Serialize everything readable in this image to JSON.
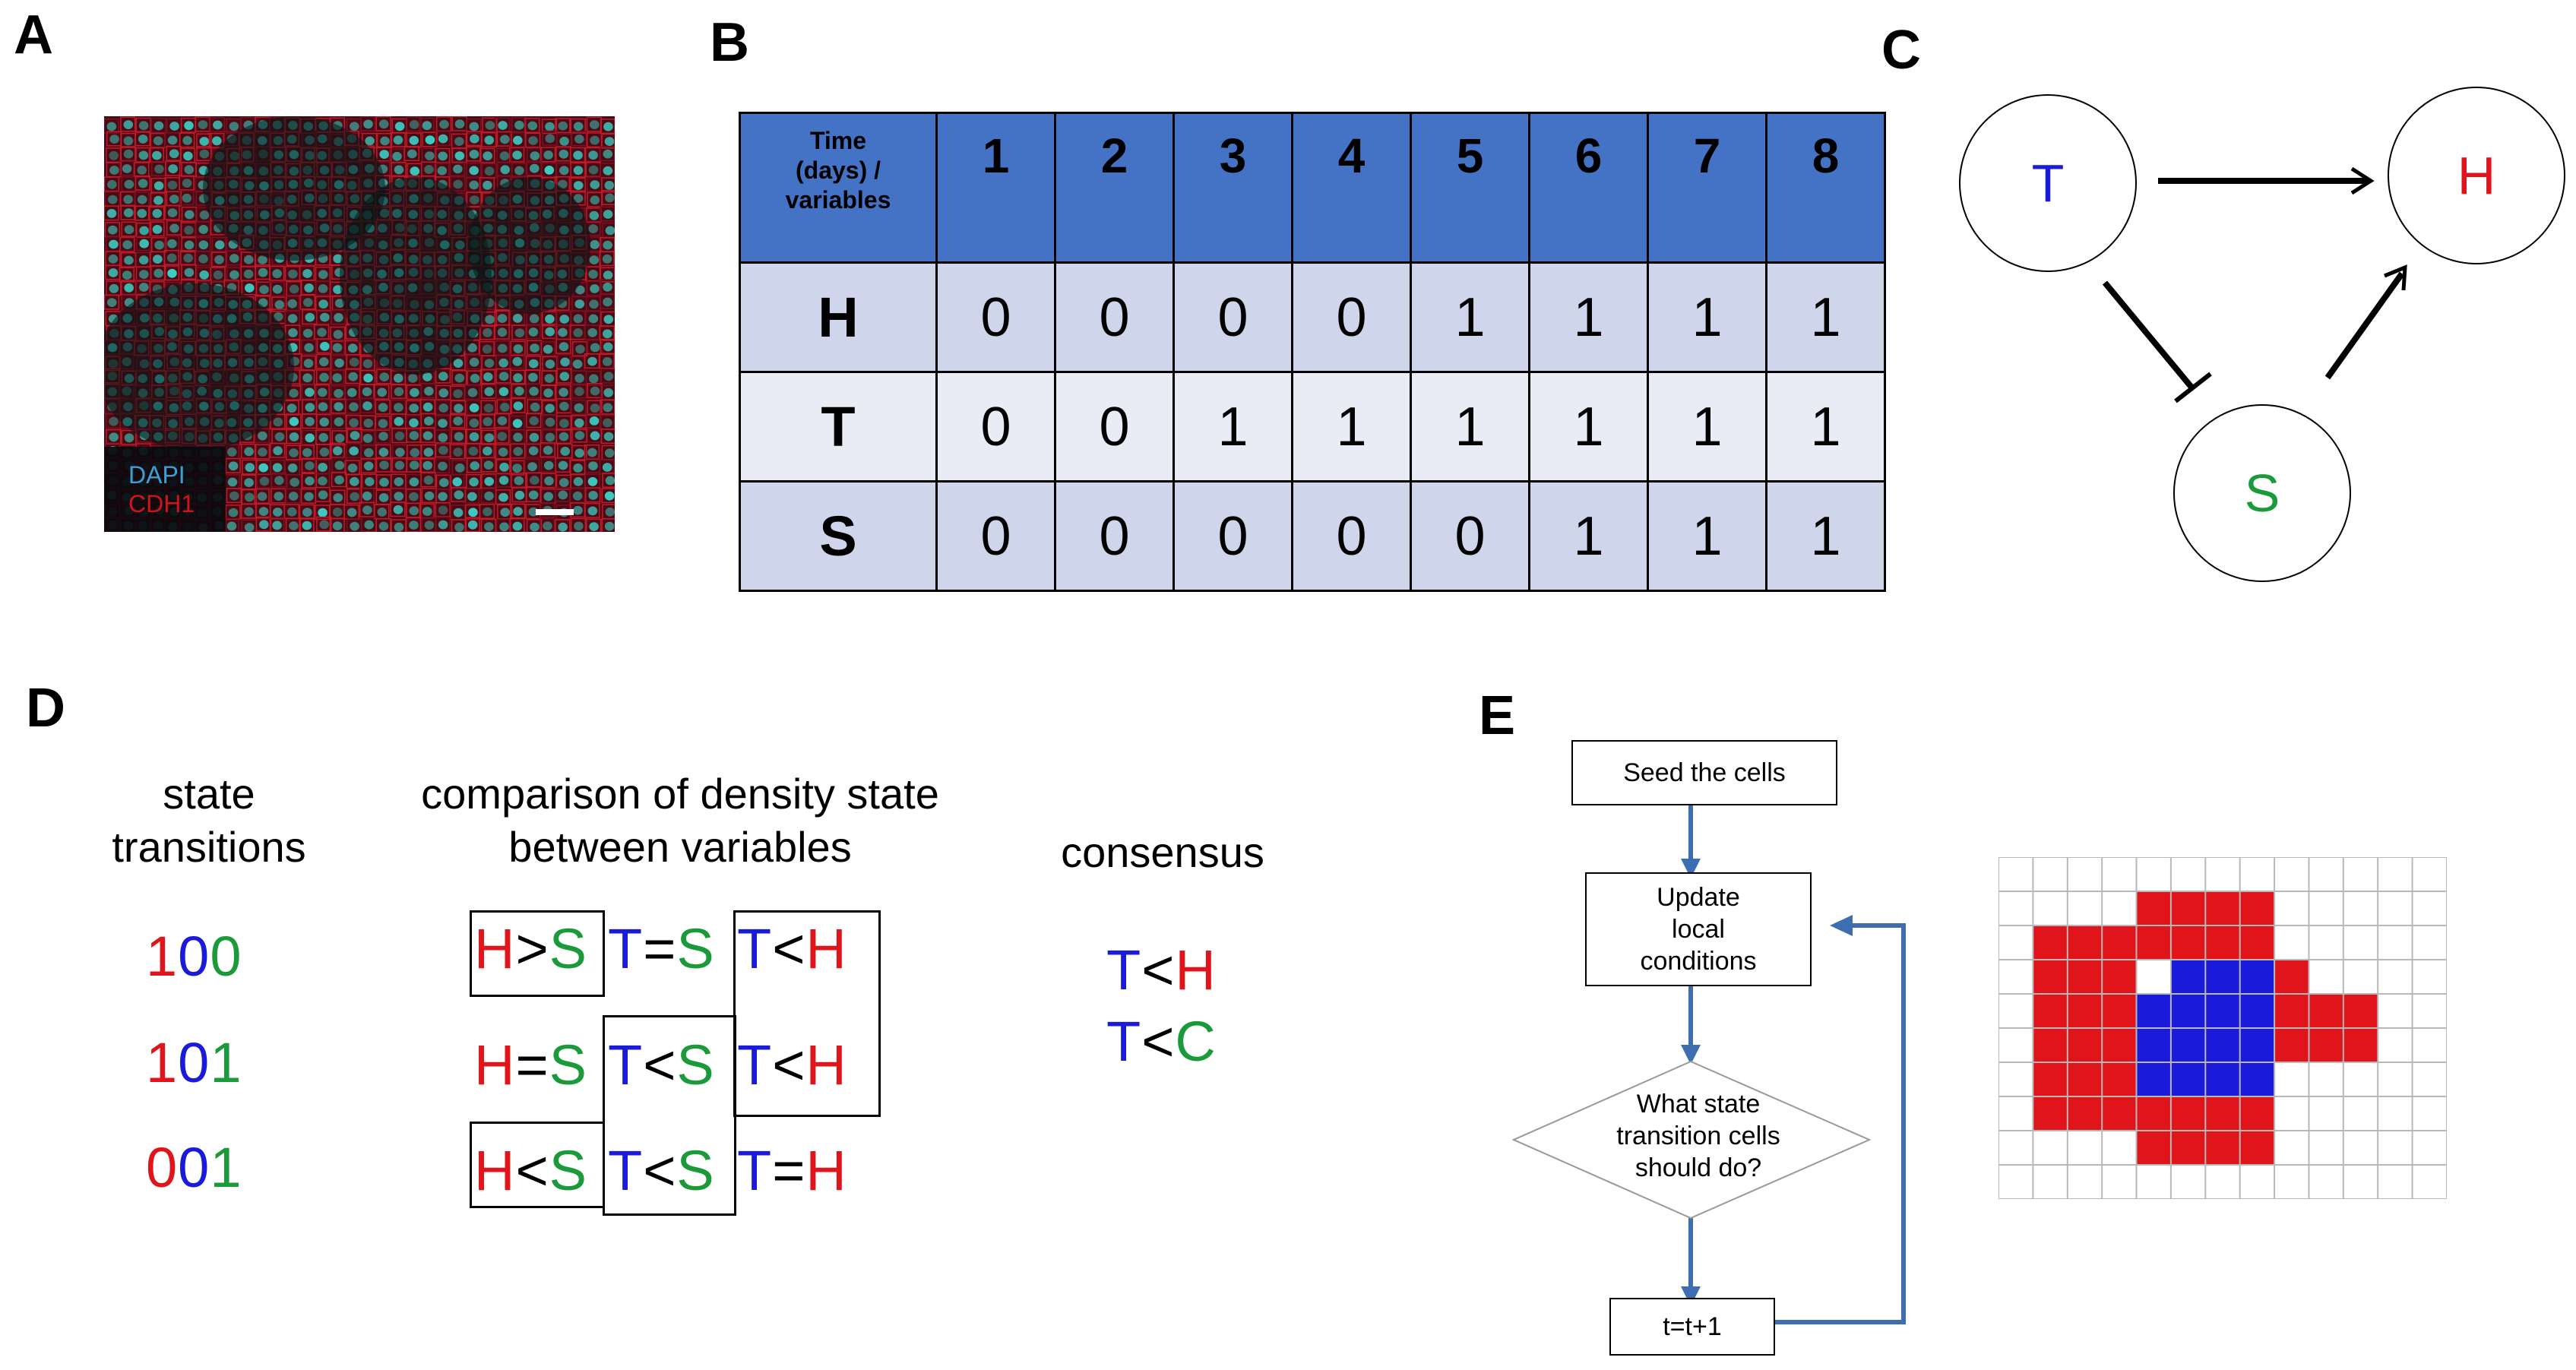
{
  "labels": {
    "a": "A",
    "b": "B",
    "c": "C",
    "d": "D",
    "e": "E"
  },
  "panel_a": {
    "legend_dapi": "DAPI",
    "legend_cdh1": "CDH1"
  },
  "panel_b": {
    "corner_line1": "Time",
    "corner_line2": "(days) /",
    "corner_line3": "variables",
    "days": [
      "1",
      "2",
      "3",
      "4",
      "5",
      "6",
      "7",
      "8"
    ],
    "rows": [
      {
        "name": "H",
        "values": [
          "0",
          "0",
          "0",
          "0",
          "1",
          "1",
          "1",
          "1"
        ]
      },
      {
        "name": "T",
        "values": [
          "0",
          "0",
          "1",
          "1",
          "1",
          "1",
          "1",
          "1"
        ]
      },
      {
        "name": "S",
        "values": [
          "0",
          "0",
          "0",
          "0",
          "0",
          "1",
          "1",
          "1"
        ]
      }
    ]
  },
  "panel_c": {
    "node_t": "T",
    "node_h": "H",
    "node_s": "S"
  },
  "panel_d": {
    "col1_line1": "state",
    "col1_line2": "transitions",
    "col2_line1": "comparison of density state",
    "col2_line2": "between variables",
    "col3": "consensus",
    "transitions": [
      {
        "d1": "1",
        "d2": "0",
        "d3": "0"
      },
      {
        "d1": "1",
        "d2": "0",
        "d3": "1"
      },
      {
        "d1": "0",
        "d2": "0",
        "d3": "1"
      }
    ],
    "comparisons": [
      {
        "hs": "H>S",
        "ts": "T=S",
        "th": "T<H"
      },
      {
        "hs": "H=S",
        "ts": "T<S",
        "th": "T<H"
      },
      {
        "hs": "H<S",
        "ts": "T<S",
        "th": "T=H"
      }
    ],
    "consensus": [
      "T<H",
      "T<C"
    ]
  },
  "panel_e": {
    "step_seed": "Seed the cells",
    "step_update_1": "Update",
    "step_update_2": "local",
    "step_update_3": "conditions",
    "step_decide_1": "What state",
    "step_decide_2": "transition cells",
    "step_decide_3": "should do?",
    "step_time": "t=t+1"
  },
  "colors": {
    "red": "#e0141b",
    "blue": "#1a1adb",
    "green": "#1b9a3a",
    "header_blue": "#4472c4",
    "flow_arrow": "#3d6fb0"
  }
}
